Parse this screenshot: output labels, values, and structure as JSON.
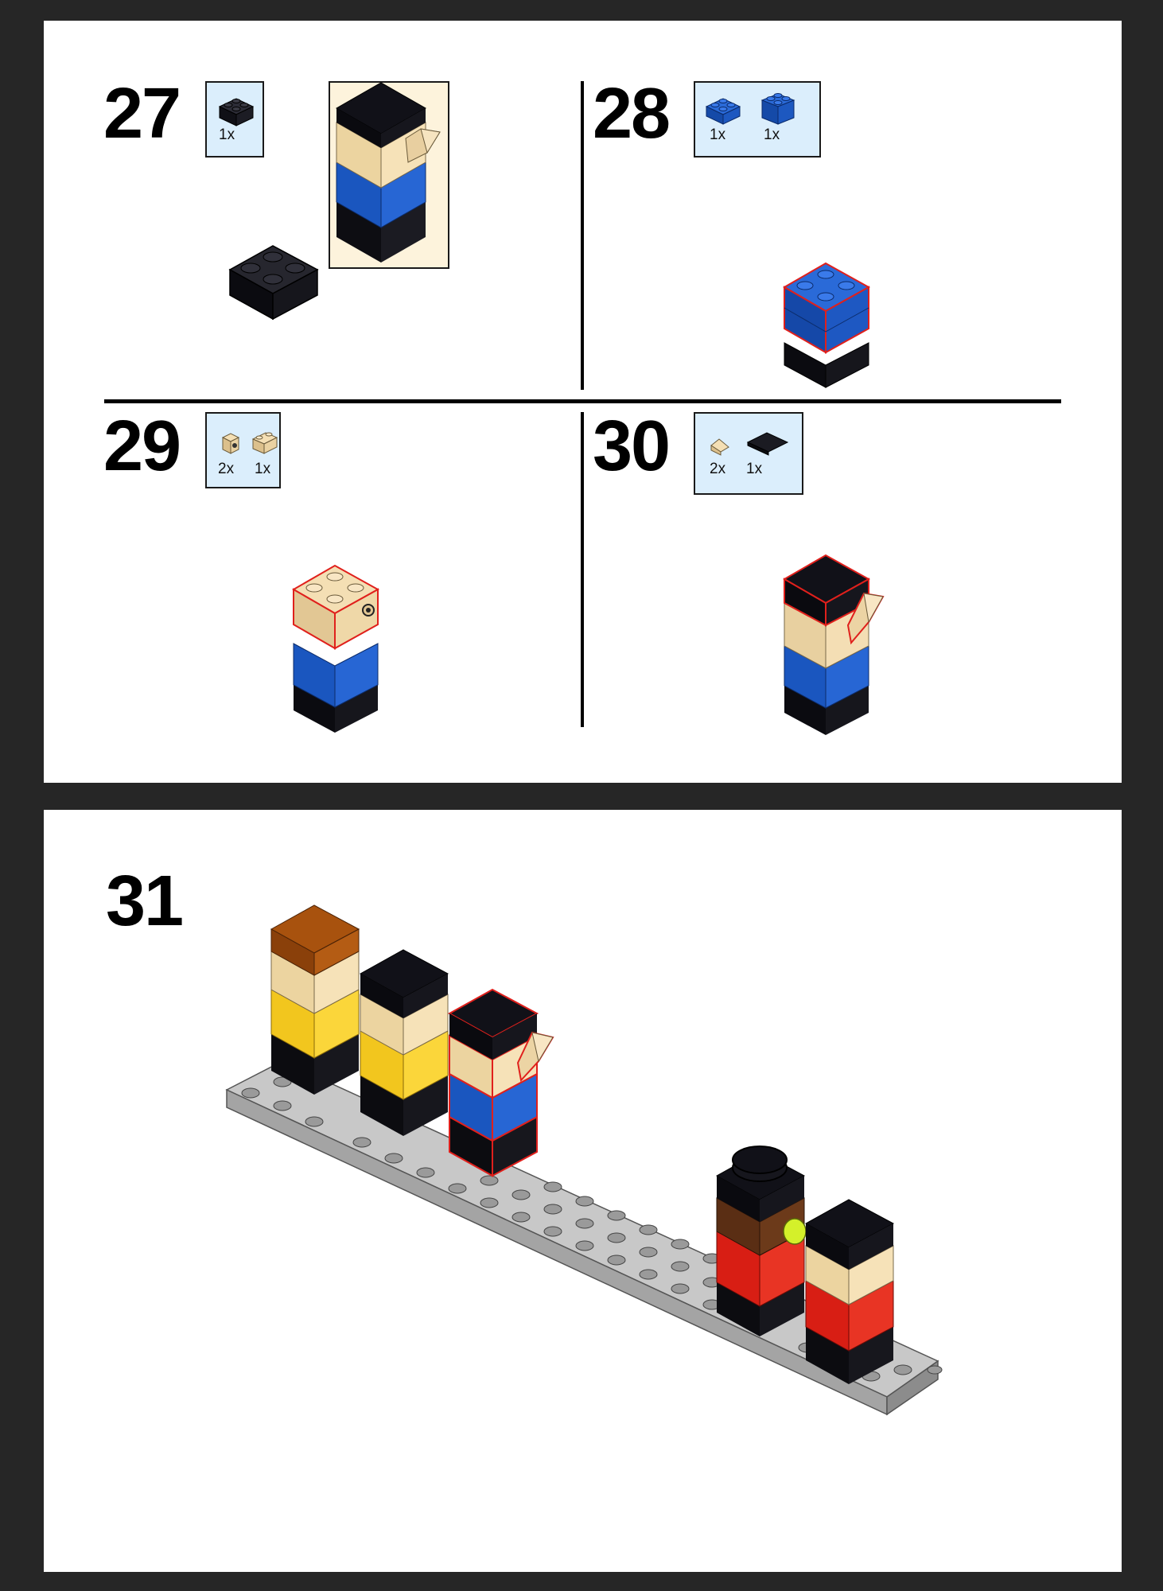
{
  "top_page": {
    "steps": [
      {
        "number": "27",
        "parts": [
          {
            "qty": "1x",
            "part": "black-2x2-brick"
          }
        ]
      },
      {
        "number": "28",
        "parts": [
          {
            "qty": "1x",
            "part": "blue-2x2-brick"
          },
          {
            "qty": "1x",
            "part": "blue-2x2-brick"
          }
        ]
      },
      {
        "number": "29",
        "parts": [
          {
            "qty": "2x",
            "part": "tan-1x1-brick-with-stud-on-side"
          },
          {
            "qty": "1x",
            "part": "tan-1x2-brick"
          }
        ]
      },
      {
        "number": "30",
        "parts": [
          {
            "qty": "2x",
            "part": "tan-cheese-slope"
          },
          {
            "qty": "1x",
            "part": "black-2x2-tile"
          }
        ]
      }
    ]
  },
  "bottom_page": {
    "steps": [
      {
        "number": "31"
      }
    ]
  },
  "colors": {
    "background": "#262626",
    "page": "#ffffff",
    "callout": "#dbeefc",
    "preview_panel": "#fdf3dc",
    "highlight": "#e0201c",
    "black_brick": "#16161e",
    "blue_brick": "#1f5fc8",
    "tan_brick": "#efd8a8",
    "yellow_brick": "#f7cc2a",
    "red_brick": "#d81e14",
    "brown_brick": "#5a2e14",
    "orange_brown_brick": "#a8520e",
    "lime": "#d4f02a",
    "baseplate": "#b4b4b4"
  }
}
